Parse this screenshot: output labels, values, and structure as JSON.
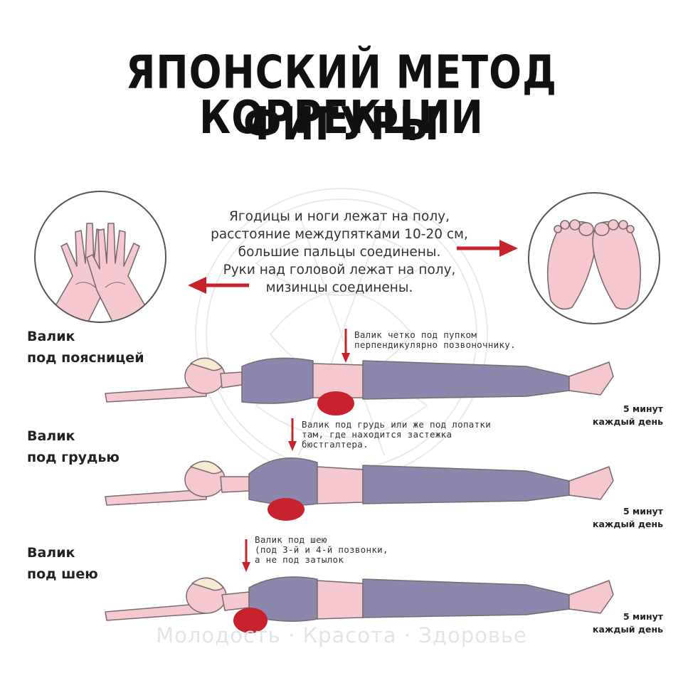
{
  "title": {
    "line1": "ЯПОНСКИЙ МЕТОД КОРРЕКЦИИ",
    "line2": "ФИГУРЫ"
  },
  "instructions": {
    "lines": [
      "Ягодицы и ноги лежат на полу,",
      "расстояние междупятками 10-20 см,",
      "большие пальцы соединены.",
      "Руки над головой лежат на полу,",
      "мизинцы соединены."
    ]
  },
  "steps": [
    {
      "label": [
        "Валик",
        "под поясницей"
      ],
      "note": [
        "Валик четко под пупком",
        "перпендикулярно позвоночнику."
      ],
      "duration": [
        "5 минут",
        "каждый день"
      ]
    },
    {
      "label": [
        "Валик",
        "под грудью"
      ],
      "note": [
        "Валик под грудь или же под лопатки",
        "там, где находится застежка",
        "бюстгалтера."
      ],
      "duration": [
        "5 минут",
        "каждый день"
      ]
    },
    {
      "label": [
        "Валик",
        "под шею"
      ],
      "note": [
        "Валик под шею",
        "(под 3-й и 4-й позвонки,",
        "а не под затылок"
      ],
      "duration": [
        "5 минут",
        "каждый день"
      ]
    }
  ],
  "watermark": "Молодость · Красота · Здоровье",
  "icons": {
    "hands": "hands-icon",
    "feet": "feet-icon",
    "arrow_right": "arrow-right-icon",
    "arrow_left": "arrow-left-icon",
    "arrow_down": "arrow-down-icon",
    "roller": "roller-icon"
  },
  "colors": {
    "skin": "#f5c7cf",
    "clothing": "#8d87ae",
    "roller": "#c8232c",
    "arrow": "#c8232c",
    "outline": "#7a6a72"
  }
}
